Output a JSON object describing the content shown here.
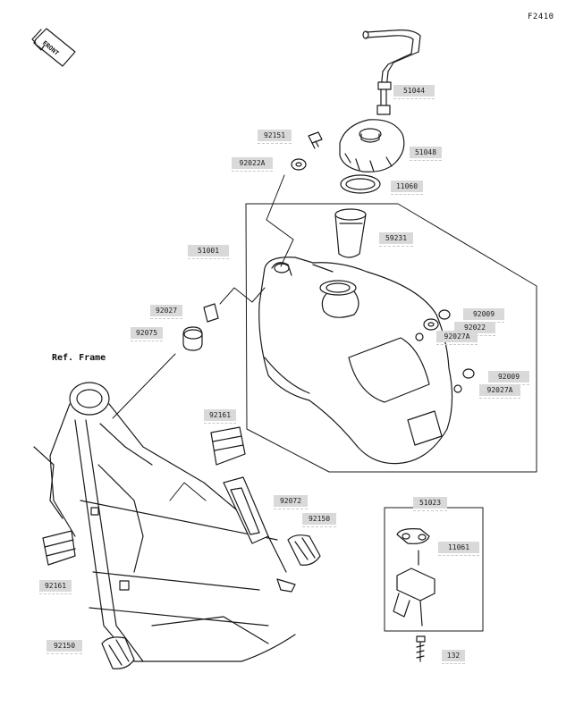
{
  "figure": {
    "code": "F2410",
    "front_label": "FRONT",
    "ref_frame_label": "Ref. Frame"
  },
  "icons": [
    "front-arrow-icon",
    "fuel-line-hose",
    "fuel-tank-cap",
    "cap-gasket",
    "fuel-filter",
    "fuel-tank",
    "frame",
    "fuel-cock"
  ],
  "parts": {
    "p51044": "51044",
    "p92151": "92151",
    "p51048": "51048",
    "p92022A": "92022A",
    "p11060": "11060",
    "p51001": "51001",
    "p59231": "59231",
    "p92027": "92027",
    "p92075": "92075",
    "p92009a": "92009",
    "p92022": "92022",
    "p92027A_a": "92027A",
    "p92009b": "92009",
    "p92027A_b": "92027A",
    "p92161a": "92161",
    "p92072": "92072",
    "p92150a": "92150",
    "p92161b": "92161",
    "p92150b": "92150",
    "p51023": "51023",
    "p11061": "11061",
    "p132": "132"
  }
}
